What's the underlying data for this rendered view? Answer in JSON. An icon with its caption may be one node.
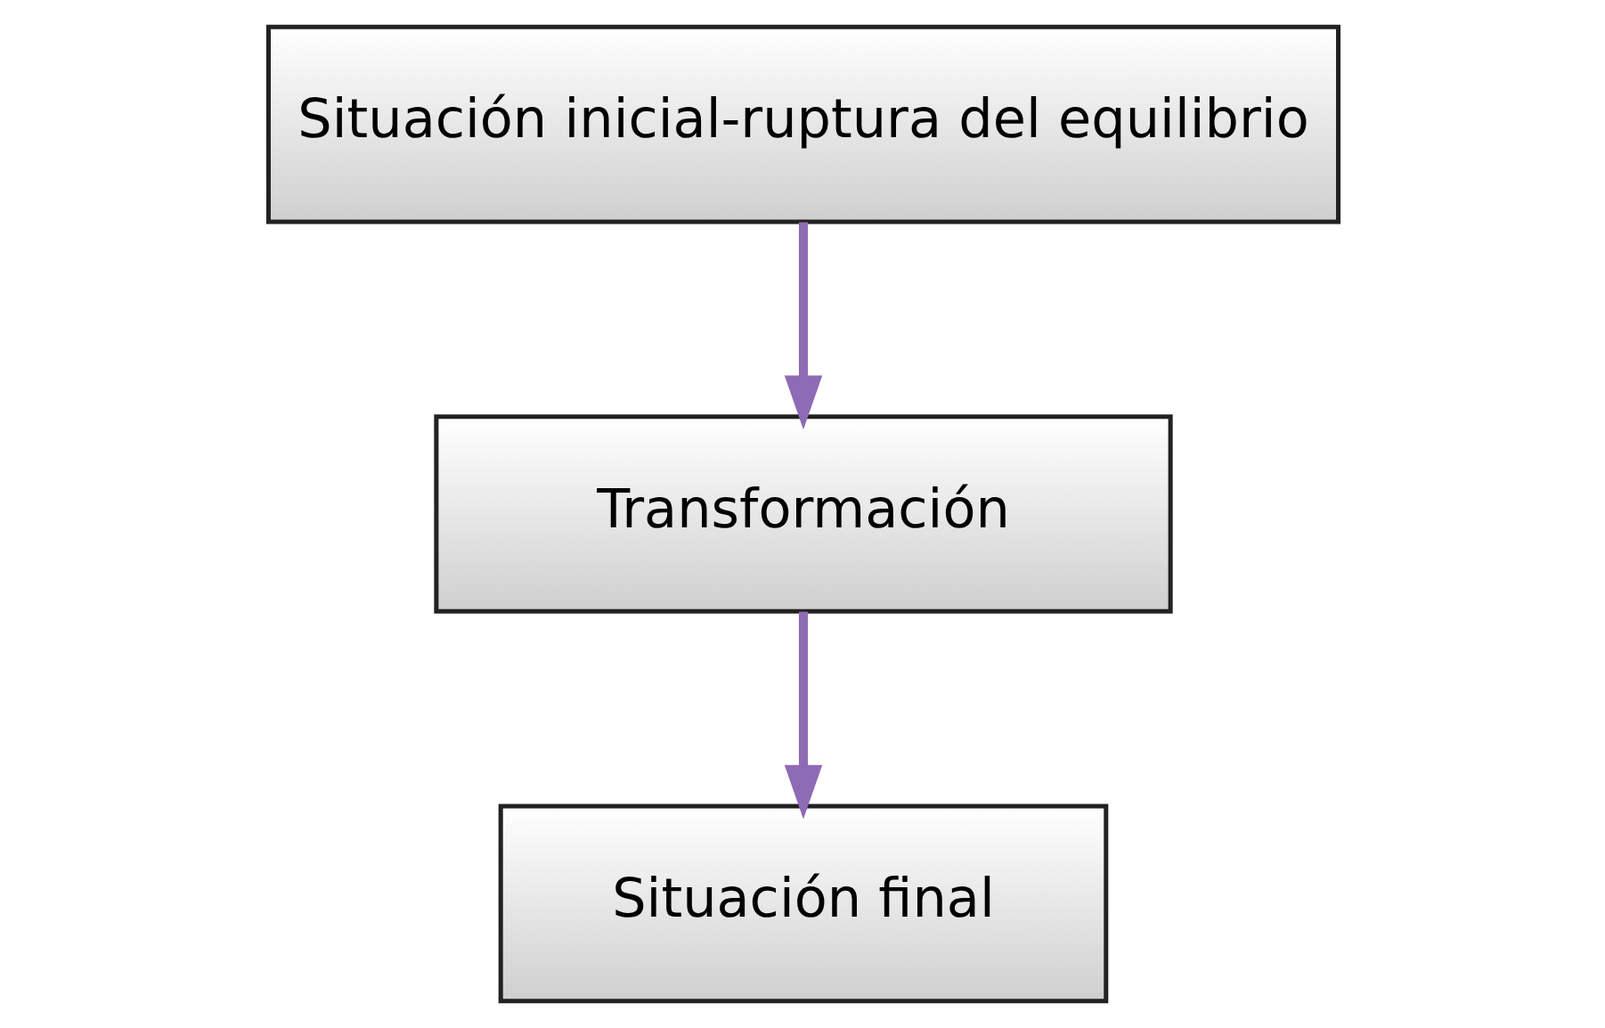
{
  "diagram": {
    "nodes": [
      {
        "text": [
          "Situación inicial-ruptura del equilibrio"
        ]
      },
      {
        "text": [
          "Transformación"
        ]
      },
      {
        "text": [
          "Situación final"
        ]
      }
    ],
    "edges": [
      {
        "from": 0,
        "to": 1,
        "arrow": "to"
      },
      {
        "from": 1,
        "to": 2,
        "arrow": "to"
      }
    ]
  }
}
